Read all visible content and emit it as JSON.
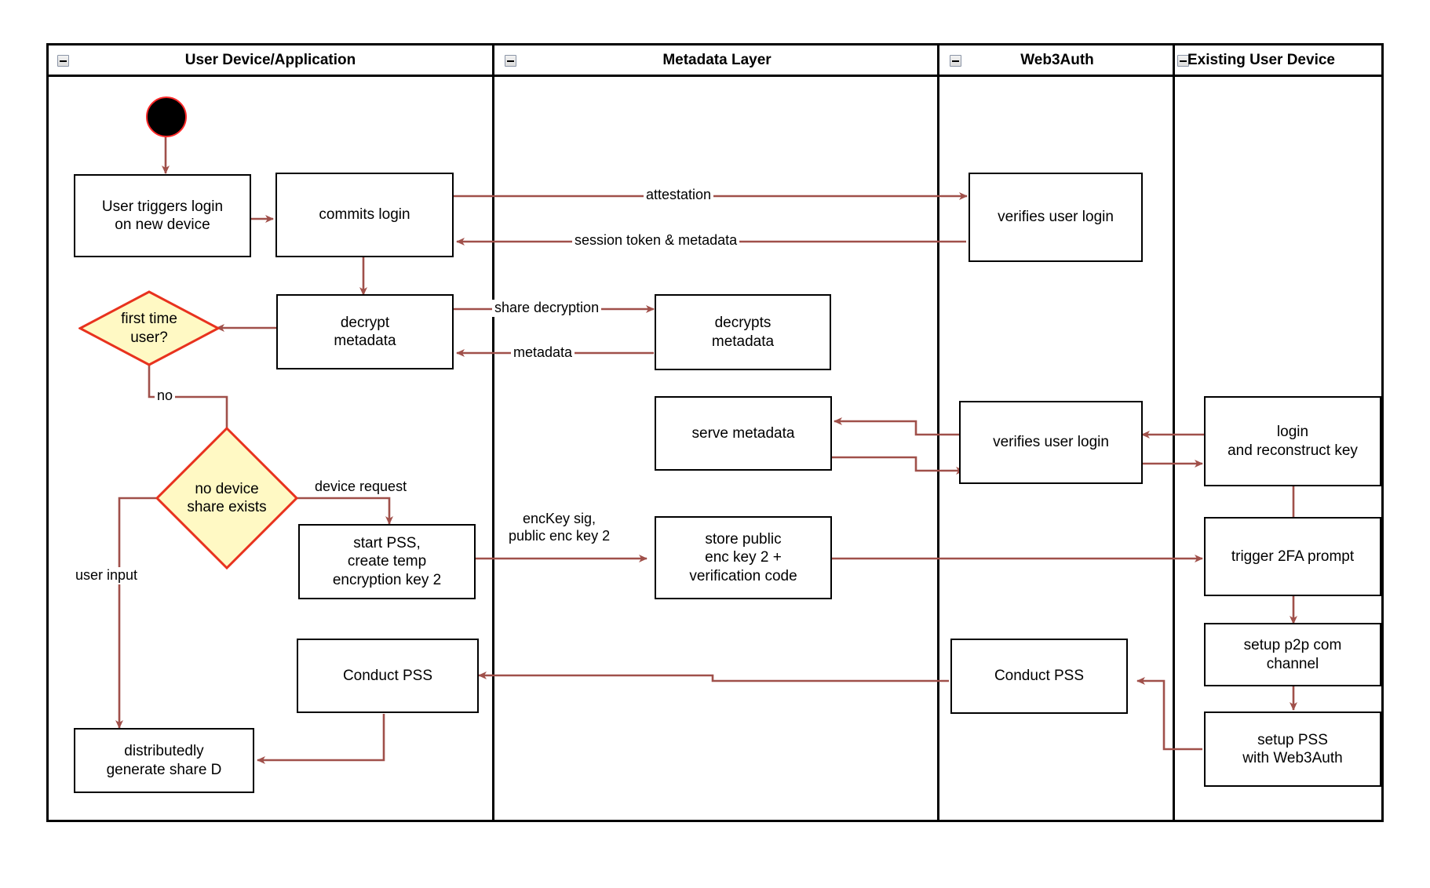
{
  "diagram": {
    "type": "swimlane-activity-diagram",
    "lanes": [
      {
        "id": "user-device",
        "title": "User Device/Application",
        "icon": "collapse-icon"
      },
      {
        "id": "metadata-layer",
        "title": "Metadata Layer",
        "icon": "collapse-icon"
      },
      {
        "id": "web3auth",
        "title": "Web3Auth",
        "icon": "collapse-icon"
      },
      {
        "id": "existing-user-device",
        "title": "Existing User Device",
        "icon": "collapse-icon"
      }
    ],
    "start_node": {
      "name": "start-node"
    },
    "nodes": [
      {
        "id": "user-triggers-login",
        "lane": "user-device",
        "label": "User triggers login\non new device",
        "shape": "rect"
      },
      {
        "id": "commits-login",
        "lane": "user-device",
        "label": "commits login",
        "shape": "rect"
      },
      {
        "id": "decrypt-metadata",
        "lane": "user-device",
        "label": "decrypt\nmetadata",
        "shape": "rect"
      },
      {
        "id": "first-time-user",
        "lane": "user-device",
        "label": "first time\nuser?",
        "shape": "diamond"
      },
      {
        "id": "no-device-share-exists",
        "lane": "user-device",
        "label": "no device\nshare exists",
        "shape": "diamond"
      },
      {
        "id": "start-pss",
        "lane": "user-device",
        "label": "start PSS,\ncreate temp\nencryption key 2",
        "shape": "rect"
      },
      {
        "id": "conduct-pss-user",
        "lane": "user-device",
        "label": "Conduct PSS",
        "shape": "rect"
      },
      {
        "id": "distributedly-generate-share-d",
        "lane": "user-device",
        "label": "distributedly\ngenerate share D",
        "shape": "rect"
      },
      {
        "id": "decrypts-metadata",
        "lane": "metadata-layer",
        "label": "decrypts\nmetadata",
        "shape": "rect"
      },
      {
        "id": "serve-metadata",
        "lane": "metadata-layer",
        "label": "serve metadata",
        "shape": "rect"
      },
      {
        "id": "store-public-enc-key",
        "lane": "metadata-layer",
        "label": "store public\nenc key 2 +\nverification code",
        "shape": "rect"
      },
      {
        "id": "verifies-user-login-1",
        "lane": "web3auth",
        "label": "verifies user login",
        "shape": "rect"
      },
      {
        "id": "verifies-user-login-2",
        "lane": "web3auth",
        "label": "verifies user login",
        "shape": "rect"
      },
      {
        "id": "conduct-pss-web3auth",
        "lane": "web3auth",
        "label": "Conduct PSS",
        "shape": "rect"
      },
      {
        "id": "login-and-reconstruct-key",
        "lane": "existing-user-device",
        "label": "login\nand reconstruct key",
        "shape": "rect"
      },
      {
        "id": "trigger-2fa-prompt",
        "lane": "existing-user-device",
        "label": "trigger 2FA prompt",
        "shape": "rect"
      },
      {
        "id": "setup-p2p-com-channel",
        "lane": "existing-user-device",
        "label": "setup p2p com\nchannel",
        "shape": "rect"
      },
      {
        "id": "setup-pss-with-web3auth",
        "lane": "existing-user-device",
        "label": "setup PSS\nwith Web3Auth",
        "shape": "rect"
      }
    ],
    "edge_labels": [
      {
        "id": "attestation",
        "text": "attestation"
      },
      {
        "id": "session-token-metadata",
        "text": "session token & metadata"
      },
      {
        "id": "share-decryption",
        "text": "share decryption"
      },
      {
        "id": "metadata",
        "text": "metadata"
      },
      {
        "id": "no",
        "text": "no"
      },
      {
        "id": "device-request",
        "text": "device request"
      },
      {
        "id": "user-input",
        "text": "user input"
      },
      {
        "id": "enckey-sig",
        "text": "encKey sig,\npublic enc key 2"
      }
    ],
    "colors": {
      "border": "#000000",
      "connector": "#A0504A",
      "decision_fill": "#FFF9C4",
      "decision_border": "#E8321E",
      "start_fill": "#000000",
      "start_border": "#FF2A2A",
      "canvas": "#FFFFFF"
    }
  }
}
